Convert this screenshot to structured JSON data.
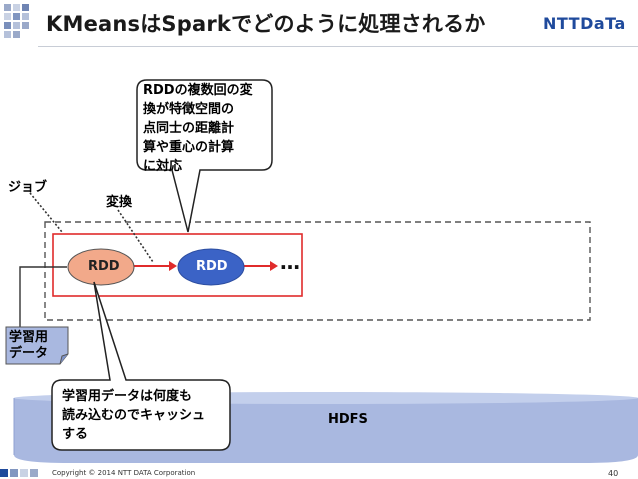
{
  "slide": {
    "title": "KMeansはSparkでどのように処理されるか",
    "logo": "NTTDaTa",
    "colors": {
      "accent": "#e02b2b",
      "brand": "#1f4a9c",
      "rdd1": "#f2a98a",
      "rdd2": "#3b63c6",
      "storage": "#a9b8e0"
    }
  },
  "diagram": {
    "job_label": "ジョブ",
    "transform_label": "変換",
    "rdd1_label": "RDD",
    "rdd2_label": "RDD",
    "ellipsis": "…",
    "training_data_label": [
      "学習用",
      "データ"
    ],
    "hdfs_label": "HDFS",
    "callout_top": [
      "RDDの複数回の変",
      "換が特徴空間の",
      "点同士の距離計",
      "算や重心の計算",
      "に対応"
    ],
    "callout_bottom": [
      "学習用データは何度も",
      "読み込むのでキャッシュ",
      "する"
    ]
  },
  "footer": {
    "copyright": "Copyright © 2014 NTT DATA Corporation",
    "page_number": "40"
  }
}
